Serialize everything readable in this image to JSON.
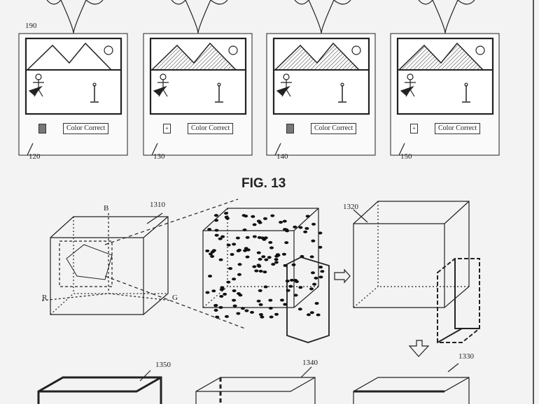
{
  "figure_title": "FIG. 13",
  "panels": [
    {
      "ref": "120",
      "button": "Color Correct",
      "swatch": "filled"
    },
    {
      "ref": "130",
      "button": "Color Correct",
      "swatch": "+"
    },
    {
      "ref": "140",
      "button": "Color Correct",
      "swatch": "filled"
    },
    {
      "ref": "150",
      "button": "Color Correct",
      "swatch": "+"
    }
  ],
  "image_ref": "190",
  "cube_refs": {
    "first": "1310",
    "second": "1320",
    "third": "1330",
    "fourth": "1340",
    "fifth": "1350"
  },
  "axes": {
    "b": "B",
    "r": "R",
    "g": "G"
  }
}
